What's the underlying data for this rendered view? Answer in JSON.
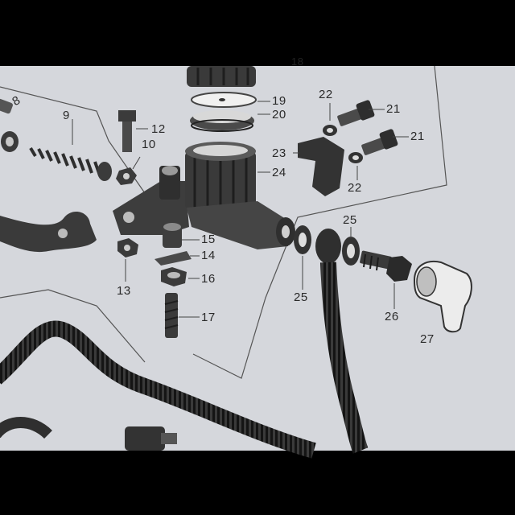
{
  "diagram": {
    "callouts": [
      "8",
      "9",
      "10",
      "12",
      "13",
      "14",
      "15",
      "16",
      "17",
      "18",
      "19",
      "20",
      "21",
      "21",
      "22",
      "22",
      "23",
      "24",
      "25",
      "25",
      "26",
      "27"
    ]
  }
}
